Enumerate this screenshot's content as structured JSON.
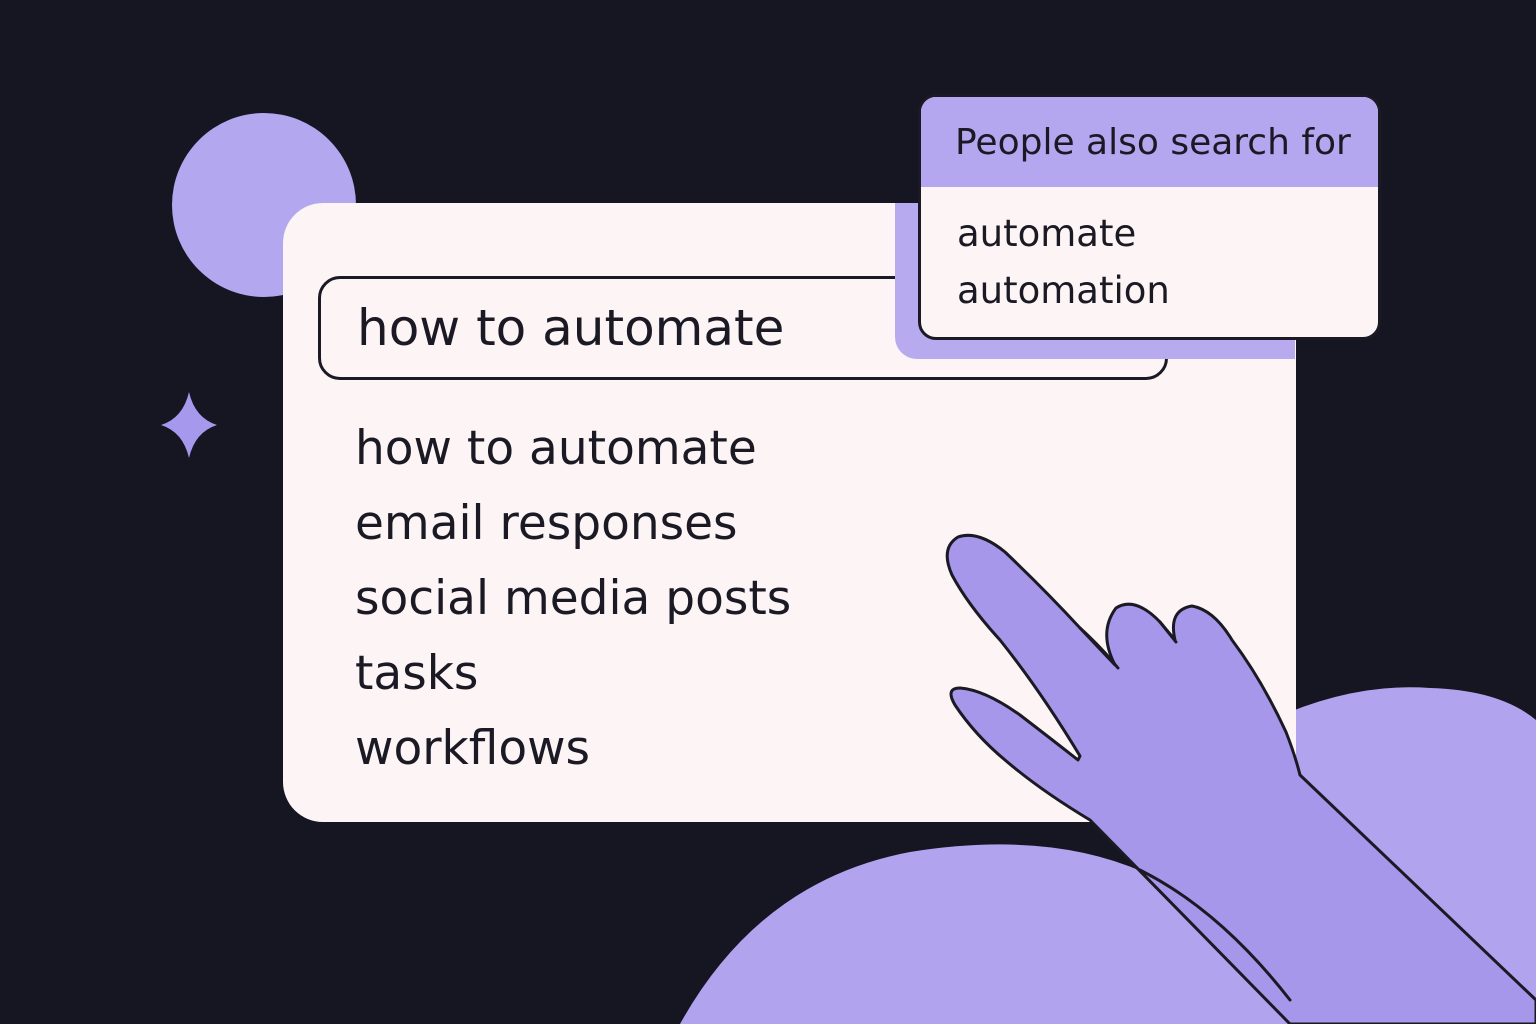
{
  "colors": {
    "background": "#161522",
    "card": "#fcf4f5",
    "accent": "#b5a6f0",
    "hand": "#a697ea",
    "ink": "#1b1a24"
  },
  "search": {
    "query": "how to automate"
  },
  "suggestions": [
    {
      "label": "how to automate"
    },
    {
      "label": "email responses"
    },
    {
      "label": "social media posts"
    },
    {
      "label": "tasks"
    },
    {
      "label": "workflows"
    }
  ],
  "related": {
    "title": "People also search for",
    "items": [
      {
        "label": "automate"
      },
      {
        "label": "automation"
      }
    ]
  },
  "decorations": {
    "circle": "circle-decoration",
    "sparkle": "sparkle-icon",
    "hand": "pointing-hand-icon"
  }
}
